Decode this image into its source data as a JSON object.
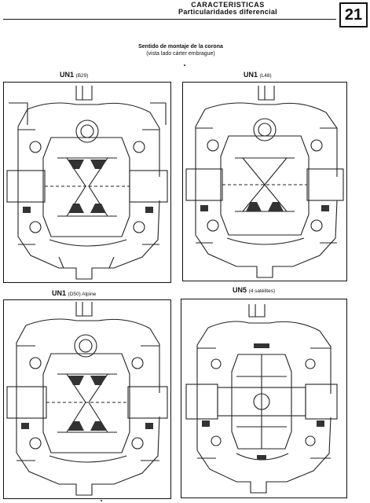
{
  "header": {
    "title": "CARACTERISTICAS",
    "subtitle": "Particularidades diferencial",
    "page_number": "21"
  },
  "intro": {
    "line1": "Sentido de montaje de la corona",
    "line2": "(vista lado cárter embrague)"
  },
  "diagrams": [
    {
      "model": "UN1",
      "variant": "(B29)"
    },
    {
      "model": "UN1",
      "variant": "(L48)"
    },
    {
      "model": "UN1",
      "variant": "(D50) Alpine"
    },
    {
      "model": "UN5",
      "variant": "(4 satélites)"
    }
  ]
}
